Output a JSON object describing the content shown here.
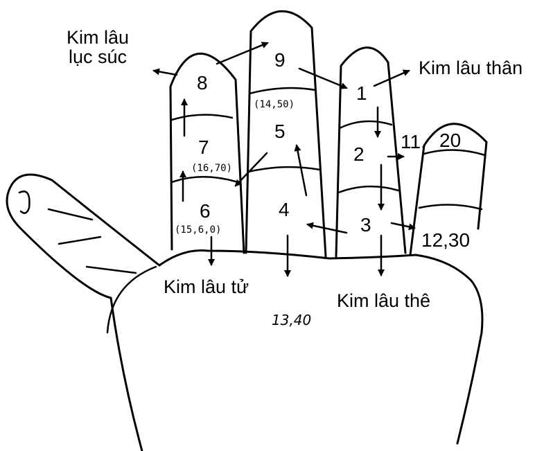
{
  "labels": {
    "kim_lau_luc_suc": [
      "Kim lâu",
      "lục súc"
    ],
    "kim_lau_than": "Kim lâu thân",
    "kim_lau_tu": "Kim lâu tử",
    "kim_lau_the": "Kim lâu thê"
  },
  "positions": {
    "p1": "1",
    "p2": "2",
    "p3": "3",
    "p4": "4",
    "p5": "5",
    "p6": "6",
    "p7": "7",
    "p8": "8",
    "p9": "9"
  },
  "ages": {
    "a20": "20",
    "a11": "11,",
    "a12_30": "12,30",
    "a13_40": "13,40",
    "a14_50": "(14,50)",
    "a15_60": "(15,6,0)",
    "a16_70": "(16,70)"
  },
  "colors": {
    "ink": "#000000",
    "paper": "#ffffff"
  }
}
